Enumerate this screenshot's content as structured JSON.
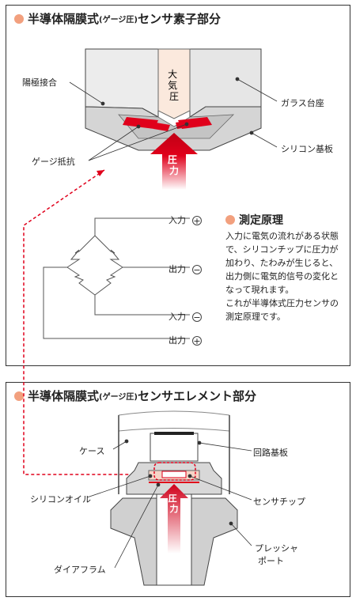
{
  "top_panel": {
    "title_main": "半導体隔膜式",
    "title_small": "(ゲージ圧)",
    "title_tail": "センサ素子部分",
    "labels": {
      "anode": "陽極接合",
      "glass": "ガラス台座",
      "silicon": "シリコン基板",
      "gauge": "ゲージ抵抗",
      "atmos": "大気圧",
      "pressure": "圧力"
    }
  },
  "circuit": {
    "in1": "入力",
    "out1": "出力",
    "in2": "入力",
    "out2": "出力",
    "plus": "+",
    "minus": "−"
  },
  "principle": {
    "title": "測定原理",
    "text": "入力に電気の流れがある状態で、シリコンチップに圧力が加わり、たわみが生じると、出力側に電気的信号の変化となって現れます。",
    "text2": "これが半導体式圧力センサの測定原理です。"
  },
  "bottom_panel": {
    "title_main": "半導体隔膜式",
    "title_small": "(ゲージ圧)",
    "title_tail": "センサエレメント部分",
    "labels": {
      "case": "ケース",
      "board": "回路基板",
      "oil": "シリコンオイル",
      "chip": "センサチップ",
      "diaphragm": "ダイアフラム",
      "port1": "プレッシャ",
      "port2": "ポート",
      "pressure": "圧力"
    }
  },
  "colors": {
    "accent": "#e0001b",
    "dot": "#f2a07e",
    "glass": "#e8e8e8",
    "silicon": "#d0d0d0"
  }
}
